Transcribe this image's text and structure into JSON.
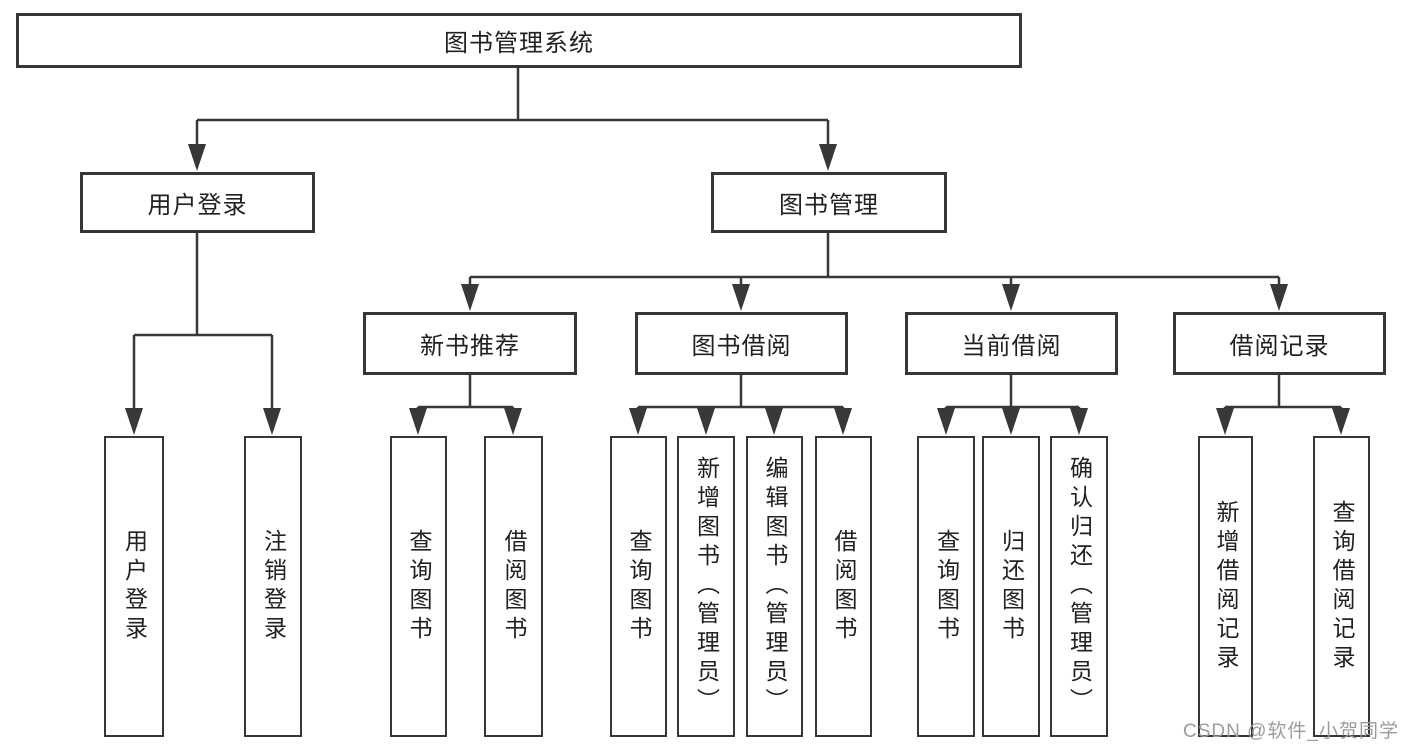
{
  "diagram": {
    "root": {
      "label": "图书管理系统"
    },
    "level1": {
      "login": {
        "label": "用户登录"
      },
      "management": {
        "label": "图书管理"
      }
    },
    "level2": {
      "recommend": {
        "label": "新书推荐"
      },
      "borrow": {
        "label": "图书借阅"
      },
      "current": {
        "label": "当前借阅"
      },
      "records": {
        "label": "借阅记录"
      }
    },
    "leaves": {
      "user_login": {
        "label": "用户登录"
      },
      "logout": {
        "label": "注销登录"
      },
      "recommend_query": {
        "label": "查询图书"
      },
      "recommend_borrow": {
        "label": "借阅图书"
      },
      "borrow_query": {
        "label": "查询图书"
      },
      "borrow_add": {
        "label": "新增图书（管理员）"
      },
      "borrow_edit": {
        "label": "编辑图书（管理员）"
      },
      "borrow_borrow": {
        "label": "借阅图书"
      },
      "current_query": {
        "label": "查询图书"
      },
      "current_return": {
        "label": "归还图书"
      },
      "current_confirm": {
        "label": "确认归还（管理员）"
      },
      "records_add": {
        "label": "新增借阅记录"
      },
      "records_query": {
        "label": "查询借阅记录"
      }
    },
    "hierarchy": {
      "图书管理系统": {
        "用户登录": [
          "用户登录",
          "注销登录"
        ],
        "图书管理": {
          "新书推荐": [
            "查询图书",
            "借阅图书"
          ],
          "图书借阅": [
            "查询图书",
            "新增图书（管理员）",
            "编辑图书（管理员）",
            "借阅图书"
          ],
          "当前借阅": [
            "查询图书",
            "归还图书",
            "确认归还（管理员）"
          ],
          "借阅记录": [
            "新增借阅记录",
            "查询借阅记录"
          ]
        }
      }
    },
    "watermark": "CSDN @软件_小贺同学",
    "colors": {
      "line": "#383838",
      "box_border": "#363636",
      "text": "#212121",
      "watermark": "#9c9c9c",
      "background": "#ffffff"
    }
  }
}
